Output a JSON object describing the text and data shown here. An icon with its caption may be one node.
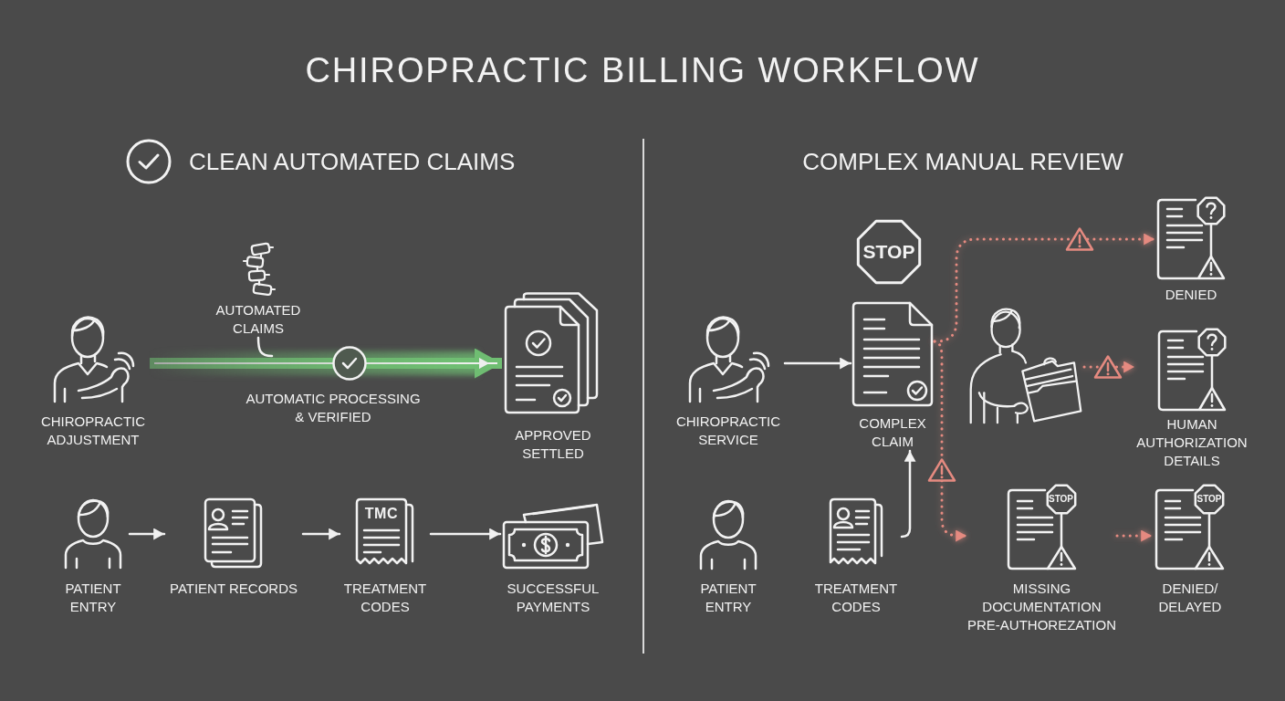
{
  "diagram": {
    "title": "CHIROPRACTIC BILLING WORKFLOW",
    "nodes": [
      {
        "text": [
          "AUTOMATED CLAIMS"
        ]
      },
      {
        "text": [
          "CHIROPRACTIC ADJUSTMENT"
        ]
      },
      {
        "text": [
          "APPROVED SETTLED"
        ]
      },
      {
        "text": [
          "PATIENT ENTRY"
        ]
      },
      {
        "text": [
          "PATIENT RECORDS"
        ]
      },
      {
        "text": [
          "TMC",
          "TREATMENT CODES"
        ]
      },
      {
        "text": [
          "SUCCESSFUL PAYMENTS"
        ]
      },
      {
        "text": [
          "STOP"
        ]
      },
      {
        "text": [
          "DENIED"
        ]
      },
      {
        "text": [
          "CHIROPRACTIC SERVICE"
        ]
      },
      {
        "text": [
          "COMPLEX CLAIM"
        ]
      },
      {
        "text": [],
        "shape": "person"
      },
      {
        "text": [
          "HUMAN AUTHORIZATION DETAILS"
        ]
      },
      {
        "text": [
          "PATIENT ENTRY"
        ]
      },
      {
        "text": [
          "TREATMENT CODES"
        ]
      },
      {
        "text": [
          "STOP",
          "MISSING DOCUMENTATION PRE-AUTHOREZATION"
        ]
      },
      {
        "text": [
          "STOP",
          "DENIED/ DELAYED"
        ]
      }
    ],
    "edges": [
      {
        "from": 1,
        "to": 2,
        "arrow": "to",
        "label": "AUTOMATIC PROCESSING & VERIFIED",
        "style": "thick",
        "color": "#6fbf73"
      },
      {
        "from": 0,
        "to": null,
        "arrow": "none"
      },
      {
        "from": 3,
        "to": 4,
        "arrow": "to"
      },
      {
        "from": 4,
        "to": 5,
        "arrow": "to"
      },
      {
        "from": 5,
        "to": 6,
        "arrow": "to"
      },
      {
        "from": 9,
        "to": 10,
        "arrow": "to"
      },
      {
        "from": 14,
        "to": 10,
        "arrow": "to"
      },
      {
        "from": 10,
        "to": 8,
        "arrow": "to",
        "style": "dashed",
        "color": "#e58a80"
      },
      {
        "from": 11,
        "to": 12,
        "arrow": "to",
        "style": "dashed",
        "color": "#e58a80"
      },
      {
        "from": 10,
        "to": 15,
        "arrow": "to",
        "style": "dashed",
        "color": "#e58a80"
      },
      {
        "from": 15,
        "to": 16,
        "arrow": "to",
        "style": "dashed",
        "color": "#e58a80"
      }
    ],
    "labels": [
      "CLEAN AUTOMATED CLAIMS",
      "COMPLEX MANUAL REVIEW"
    ]
  }
}
